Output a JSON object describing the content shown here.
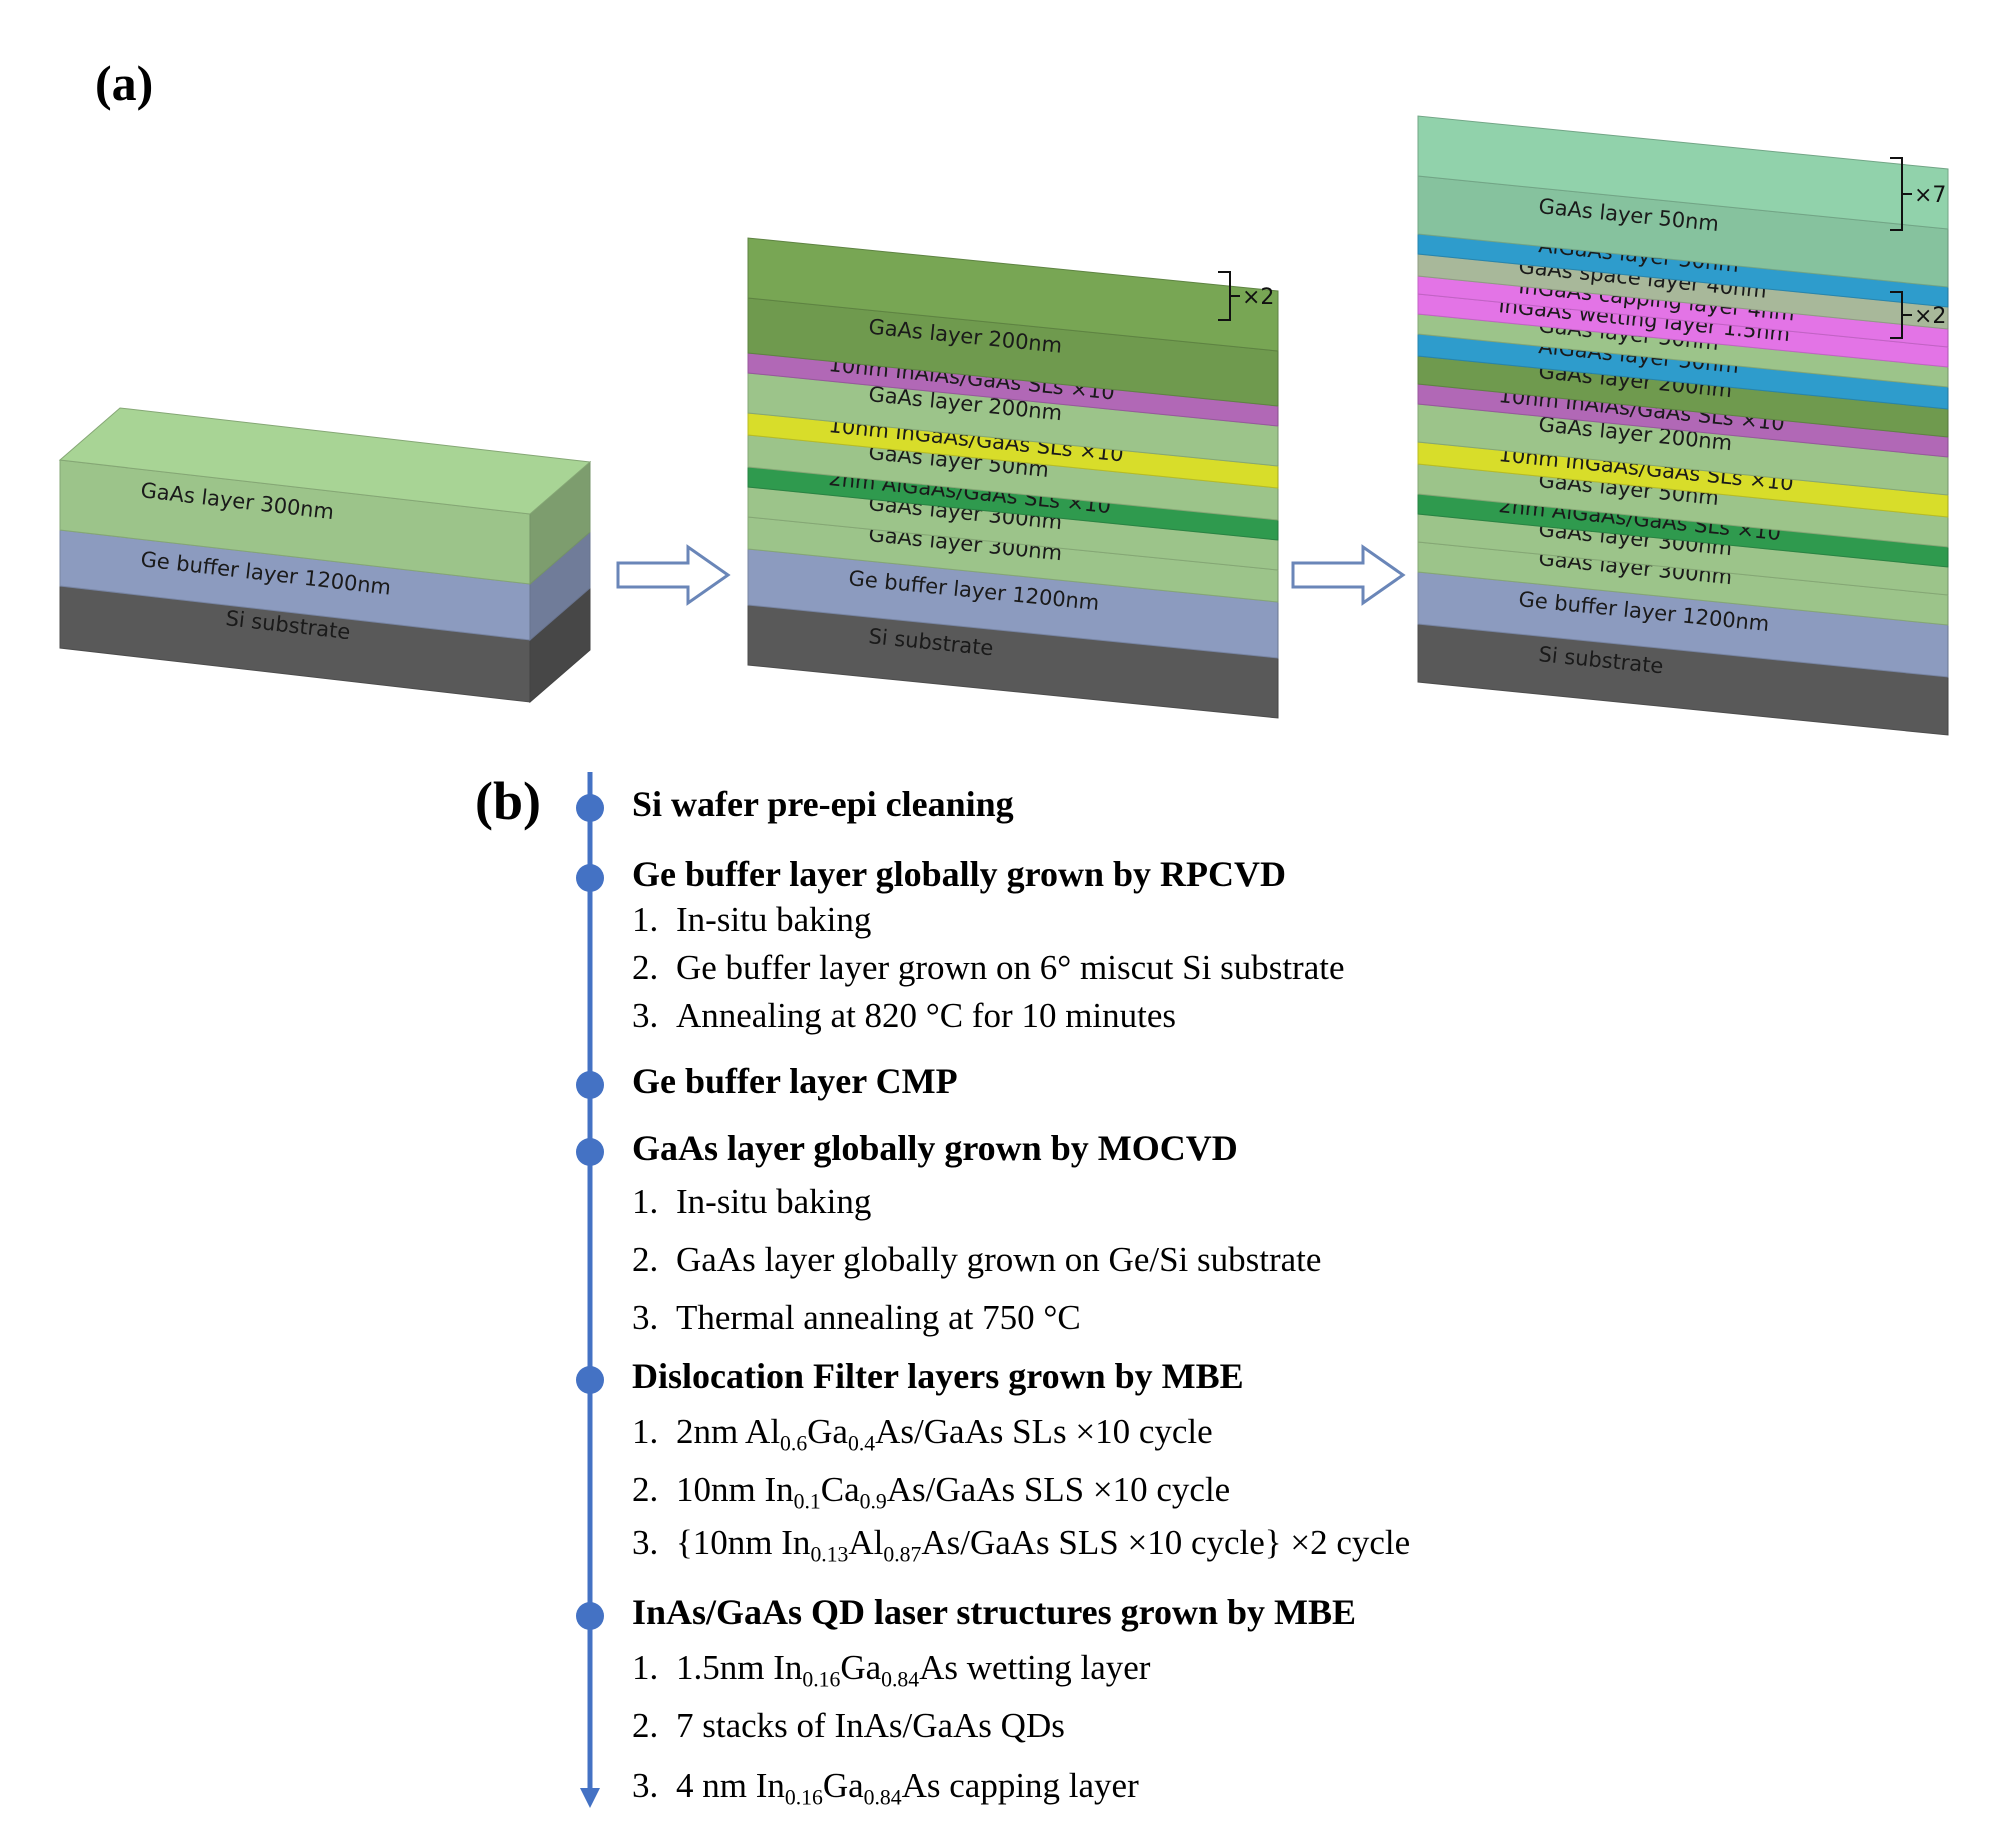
{
  "panel_a": {
    "label": "(a)",
    "stack1": {
      "layers": [
        {
          "name": "Si substrate",
          "color": "#595959"
        },
        {
          "name": "Ge buffer layer  1200nm",
          "color": "#8c9bbf"
        },
        {
          "name": "GaAs  layer 300nm",
          "color": "#9cc48a"
        }
      ]
    },
    "stack2": {
      "layers": [
        {
          "name": "Si substrate",
          "color": "#595959"
        },
        {
          "name": "Ge buffer layer  1200nm",
          "color": "#8c9bbf"
        },
        {
          "name": "GaAs  layer 300nm",
          "color": "#9cc48a"
        },
        {
          "name": "GaAs  layer 300nm",
          "color": "#9cc48a"
        },
        {
          "name": "2nm  AlGaAs/GaAs SLs ×10",
          "color": "#2f9a4e"
        },
        {
          "name": "GaAs  layer 50nm",
          "color": "#9cc48a"
        },
        {
          "name": "10nm  InGaAs/GaAs SLs ×10",
          "color": "#d8dd2a"
        },
        {
          "name": "GaAs  layer 200nm",
          "color": "#9cc48a"
        },
        {
          "name": "10nm  InAlAs/GaAs SLs ×10",
          "color": "#b168b6"
        },
        {
          "name": "GaAs layer 200nm",
          "color": "#6f9a4e"
        }
      ],
      "multiplier": "×2"
    },
    "stack3": {
      "layers": [
        {
          "name": "Si substrate",
          "color": "#595959"
        },
        {
          "name": "Ge buffer layer  1200nm",
          "color": "#8c9bbf"
        },
        {
          "name": "GaAs  layer 300nm",
          "color": "#9cc48a"
        },
        {
          "name": "GaAs  layer 300nm",
          "color": "#9cc48a"
        },
        {
          "name": "2nm  AlGaAs/GaAs SLs ×10",
          "color": "#2f9a4e"
        },
        {
          "name": "GaAs  layer 50nm",
          "color": "#9cc48a"
        },
        {
          "name": "10nm  InGaAs/GaAs SLs ×10",
          "color": "#d8dd2a"
        },
        {
          "name": "GaAs  layer 200nm",
          "color": "#9cc48a"
        },
        {
          "name": "10nm  InAlAs/GaAs SLs ×10",
          "color": "#b168b6"
        },
        {
          "name": "GaAs layer 200nm",
          "color": "#6f9a4e"
        },
        {
          "name": "AlGaAs  layer 50nm",
          "color": "#2e9ccc"
        },
        {
          "name": "GaAs  layer 50nm",
          "color": "#9cc48a"
        },
        {
          "name": "InGaAs  wetting layer 1.5nm",
          "color": "#e374e6"
        },
        {
          "name": "InGaAs  capping layer 4nm",
          "color": "#e374e6"
        },
        {
          "name": "GaAs  space layer 40nm",
          "color": "#a8b89a"
        },
        {
          "name": "AlGaAs  layer 50nm",
          "color": "#2e9ccc"
        },
        {
          "name": "GaAs layer 50nm",
          "color": "#86c29e"
        }
      ],
      "multiplier_top": "×7",
      "multiplier_bottom": "×2"
    }
  },
  "panel_b": {
    "label": "(b)",
    "steps": [
      {
        "title": "Si wafer pre-epi cleaning",
        "items": []
      },
      {
        "title": "Ge buffer layer globally grown by RPCVD",
        "items": [
          {
            "num": "1.",
            "text": "In-situ baking"
          },
          {
            "num": "2.",
            "text": "Ge buffer layer grown on 6° miscut Si substrate"
          },
          {
            "num": "3.",
            "text": "Annealing at 820 °C for 10 minutes"
          }
        ]
      },
      {
        "title": "Ge buffer layer CMP",
        "items": []
      },
      {
        "title": "GaAs layer globally grown by MOCVD",
        "items": [
          {
            "num": "1.",
            "text": "In-situ baking"
          },
          {
            "num": "2.",
            "text": "GaAs layer globally grown on Ge/Si substrate"
          },
          {
            "num": "3.",
            "text": "Thermal annealing at 750 °C"
          }
        ]
      },
      {
        "title": "Dislocation Filter layers grown by MBE",
        "items": [
          {
            "num": "1.",
            "parts": [
              "2nm  Al",
              "0.6",
              "Ga",
              "0.4",
              "As/GaAs SLs  ×10 cycle"
            ]
          },
          {
            "num": "2.",
            "parts": [
              "10nm In",
              "0.1",
              "Ca",
              "0.9",
              "As/GaAs SLS ×10 cycle"
            ]
          },
          {
            "num": "3.",
            "parts": [
              "{10nm In",
              "0.13",
              "Al",
              "0.87",
              "As/GaAs SLS ×10 cycle}  ×2 cycle"
            ]
          }
        ]
      },
      {
        "title": "InAs/GaAs QD laser structures grown by MBE",
        "items": [
          {
            "num": "1.",
            "parts": [
              "1.5nm In",
              "0.16",
              "Ga",
              "0.84",
              "As wetting layer"
            ]
          },
          {
            "num": "2.",
            "text": "7 stacks of InAs/GaAs QDs"
          },
          {
            "num": "3.",
            "parts": [
              "4 nm In",
              "0.16",
              "Ga",
              "0.84",
              "As capping layer"
            ]
          }
        ]
      }
    ],
    "line_color": "#4472c4"
  }
}
